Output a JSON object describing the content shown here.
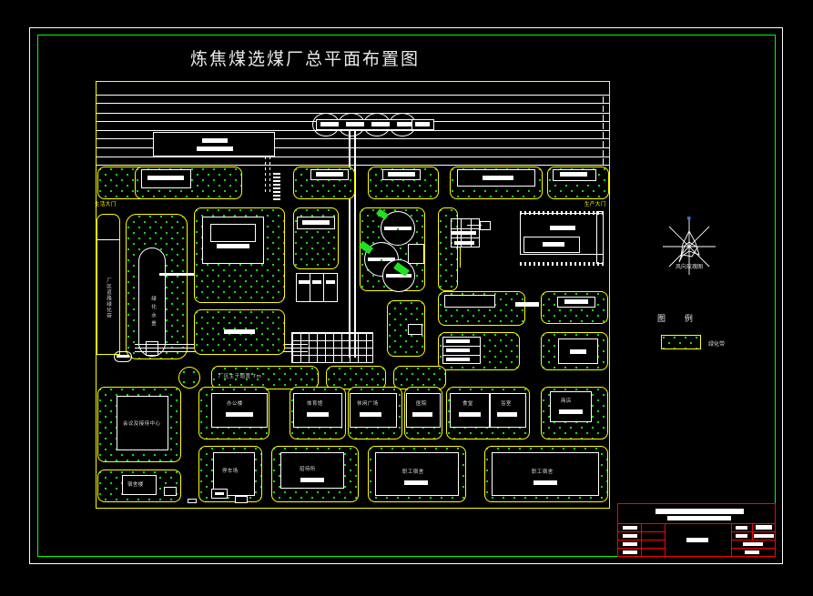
{
  "document": {
    "title": "炼焦煤选煤厂总平面布置图",
    "app": "AutoCAD drawing viewport",
    "background_color": "#000000",
    "frame_outer_color": "#ffffff",
    "frame_inner_color": "#00ff00",
    "site_boundary_color": "#ffff00"
  },
  "windrose": {
    "label": "风向玫瑰图",
    "north_marker": "N"
  },
  "legend": {
    "title": "图    例",
    "items": [
      {
        "swatch": "green-hatch",
        "label": "绿化带",
        "color": "#19d219"
      }
    ]
  },
  "gates": {
    "left": "生活大门",
    "right": "生产大门"
  },
  "road_note": "厂区主干道宽 7m",
  "vertical_labels": {
    "left_road": "厂区道路绿化带"
  },
  "buildings": {
    "living_zone": [
      {
        "label": "会议及接待中心"
      },
      {
        "label": "办公楼"
      },
      {
        "label": "体育馆"
      },
      {
        "label": "休闲广场"
      },
      {
        "label": "医院"
      },
      {
        "label": "食堂"
      },
      {
        "label": "浴室"
      },
      {
        "label": "商店"
      },
      {
        "label": "停车场"
      },
      {
        "label": "招待所"
      },
      {
        "label": "宿舍楼"
      },
      {
        "label": "职工宿舍"
      },
      {
        "label": "职工宿舍"
      }
    ]
  },
  "title_block": {
    "border_color": "#ff0000",
    "rows": 4,
    "note": "standard CAD title block with ruled cells"
  }
}
